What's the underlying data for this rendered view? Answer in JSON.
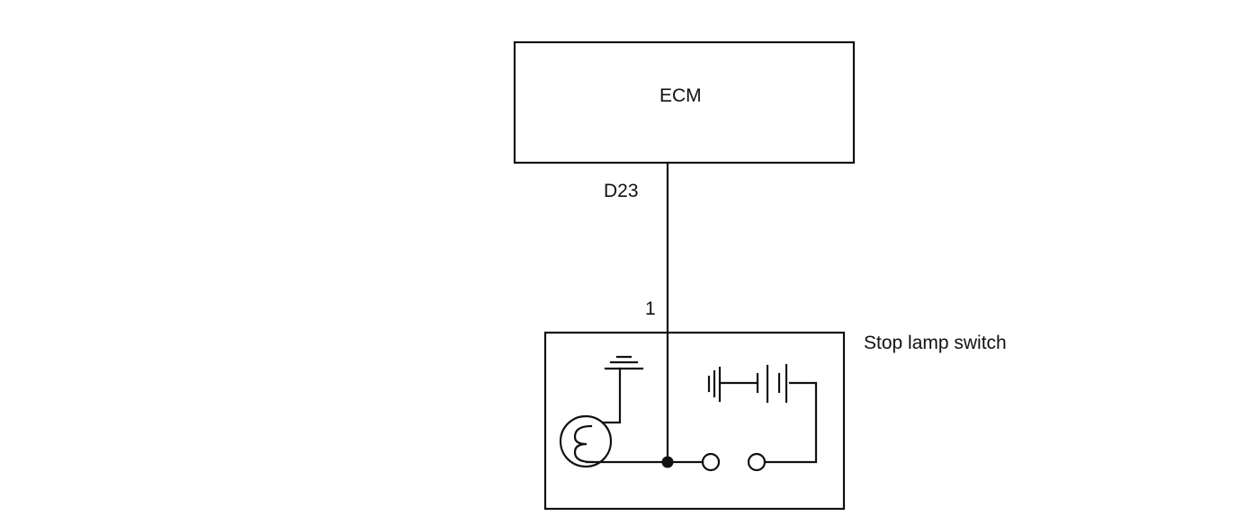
{
  "ecm": {
    "label": "ECM"
  },
  "wire": {
    "ecm_pin": "D23",
    "switch_pin": "1"
  },
  "stop_lamp_switch": {
    "label": "Stop lamp switch"
  },
  "colors": {
    "line": "#111111",
    "background": "#ffffff"
  }
}
